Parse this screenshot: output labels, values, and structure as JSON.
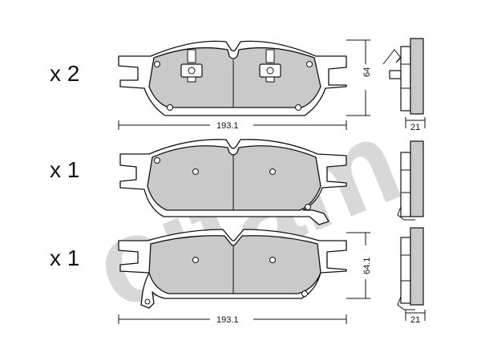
{
  "quantities": {
    "row1": "x 2",
    "row2": "x 1",
    "row3": "x 1"
  },
  "dimensions": {
    "row1_width": "193.1",
    "row1_height": "64",
    "row1_thickness": "21",
    "row3_width": "193.1",
    "row3_height": "64.1",
    "row3_thickness": "21"
  },
  "watermark": "cifam",
  "colors": {
    "pad_fill": "#c9c9c9",
    "line": "#111111",
    "watermark": "#9a9a9a"
  }
}
